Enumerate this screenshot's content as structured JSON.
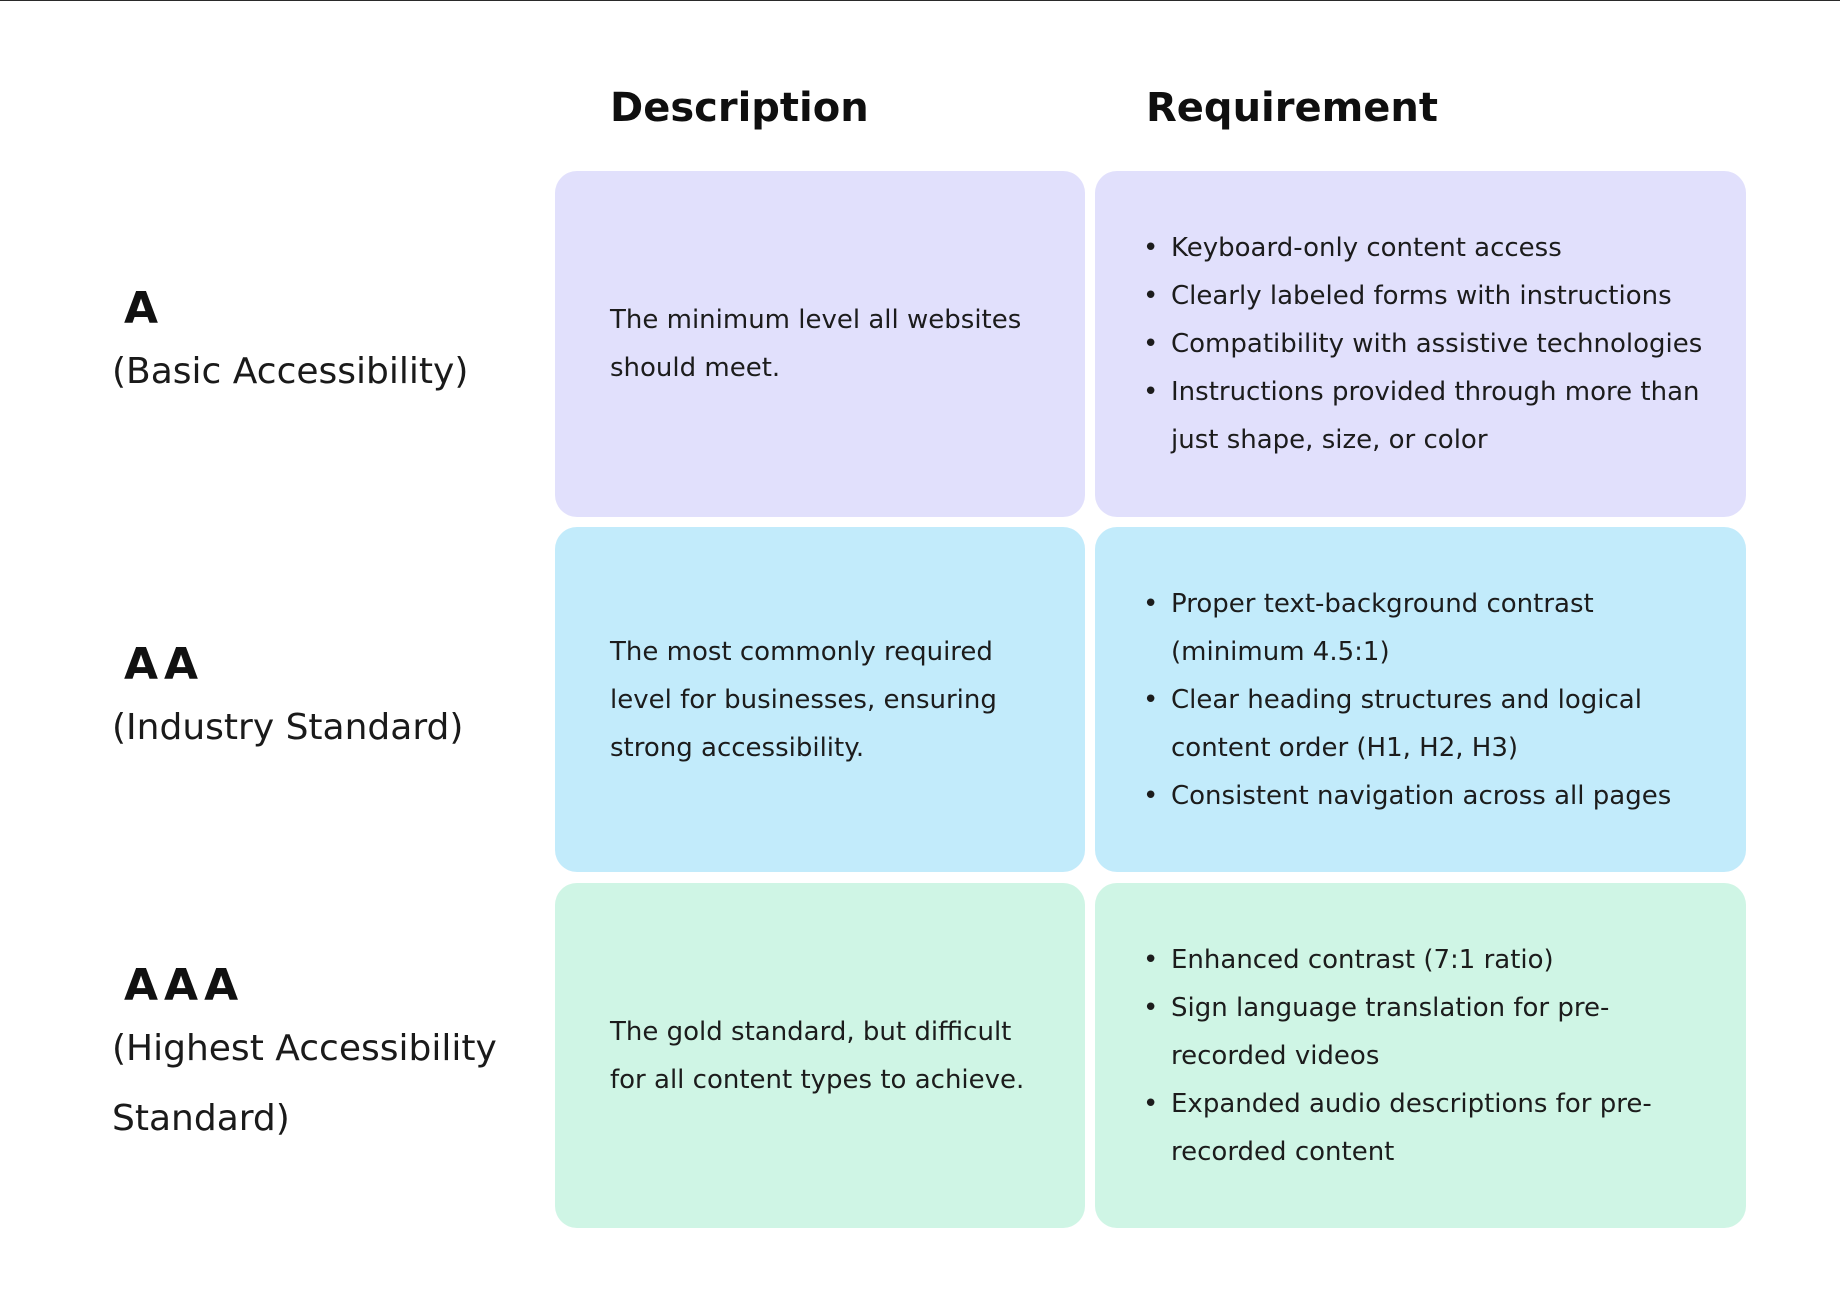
{
  "headers": {
    "description": "Description",
    "requirement": "Requirement"
  },
  "colors": {
    "row_a": "#e1e0fc",
    "row_aa": "#c2ebfb",
    "row_aaa": "#cff5e5",
    "text": "#141414"
  },
  "levels": [
    {
      "code": "A",
      "name": "(Basic Accessibility)",
      "description": "The minimum level all websites should meet.",
      "requirements": [
        "Keyboard-only content access",
        "Clearly labeled forms with instructions",
        "Compatibility with assistive technologies",
        "Instructions provided through more than just shape, size, or color"
      ]
    },
    {
      "code": "AA",
      "name": "(Industry Standard)",
      "description": "The most commonly required level for businesses, ensuring strong accessibility.",
      "requirements": [
        "Proper text-background contrast (minimum 4.5:1)",
        "Clear heading structures and logical content order (H1, H2, H3)",
        "Consistent navigation across all pages"
      ]
    },
    {
      "code": "AAA",
      "name": "(Highest Accessibility Standard)",
      "description": "The gold standard, but difficult for all content types to achieve.",
      "requirements": [
        "Enhanced contrast (7:1 ratio)",
        "Sign language translation for pre-recorded videos",
        "Expanded audio descriptions for pre-recorded content"
      ]
    }
  ]
}
